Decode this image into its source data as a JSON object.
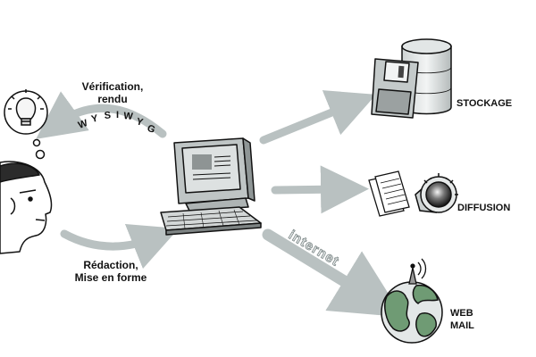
{
  "labels": {
    "verification_line1": "Vérification,",
    "verification_line2": "rendu",
    "wysiwyg": "WYSIWYG",
    "redaction_line1": "Rédaction,",
    "redaction_line2": "Mise en forme",
    "stockage": "STOCKAGE",
    "diffusion": "DIFFUSION",
    "web_line1": "WEB",
    "web_line2": "MAIL",
    "internet": "internet"
  },
  "icons": [
    "lightbulb-icon",
    "person-icon",
    "computer-icon",
    "database-icon",
    "floppy-disk-icon",
    "documents-icon",
    "projector-icon",
    "globe-icon",
    "antenna-icon"
  ],
  "colors": {
    "arrow": "#b9c1c1",
    "arrow_outline": "#98a2a2",
    "ink": "#111111"
  }
}
